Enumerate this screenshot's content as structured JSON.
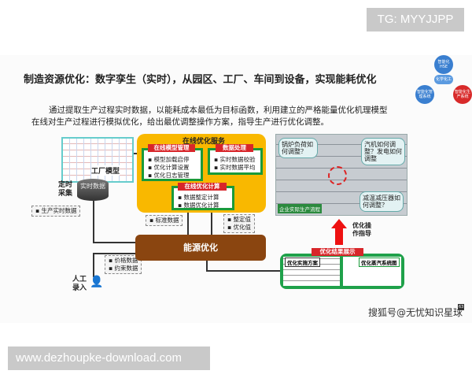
{
  "badge_top": "TG: MYYJJPP",
  "badge_bottom": "www.dezhoupke-download.com",
  "slide": {
    "title": "制造资源优化：数字孪生（实时），从园区、工厂、车间到设备，实现能耗优化",
    "para1": "通过提取生产过程实时数据，以能耗成本最低为目标函数，利用建立的严格能量优化机理模型",
    "para2": "在线对生产过程进行模拟优化，给出最优调整操作方案，指导生产进行优化调整。",
    "factory_model": "工厂模型",
    "timed_collect": "定时采集",
    "realtime_db": "实时数据",
    "prod_realtime": "生产实时数据",
    "manual_input": "人工录入",
    "price_data": "价格数据",
    "constraint_data": "约束数据",
    "service_title": "在线优化服务",
    "model_mgmt": {
      "tag": "在线模型管理",
      "items": [
        "模型加载启停",
        "优化计算设置",
        "优化日志管理"
      ]
    },
    "data_proc": {
      "tag": "数据处理",
      "items": [
        "实时数据校验",
        "实时数据平均"
      ]
    },
    "calc": {
      "tag": "在线优化计算",
      "items": [
        "数据整定计算",
        "数据优化计算"
      ]
    },
    "std_data": "标准数据",
    "set_values": [
      "整定值",
      "优化值"
    ],
    "energy_opt": "能源优化",
    "bubbles": [
      "锅炉负荷如何调整？",
      "汽机如何调整？发电如何调整",
      "减温减压器如何调整？"
    ],
    "proc_label": "企业实际生产流程",
    "guide": "优化操作指导",
    "result_tag": "优化结果展示",
    "plan_label": "优化实施方案",
    "steam_label": "优化蒸汽系统图",
    "watermark": "搜狐号@无忧知识星球",
    "page_no": "63",
    "logo_circles": [
      "智能化HSE",
      "化学化工",
      "智能化管理系统",
      "智能化生产系统"
    ]
  }
}
